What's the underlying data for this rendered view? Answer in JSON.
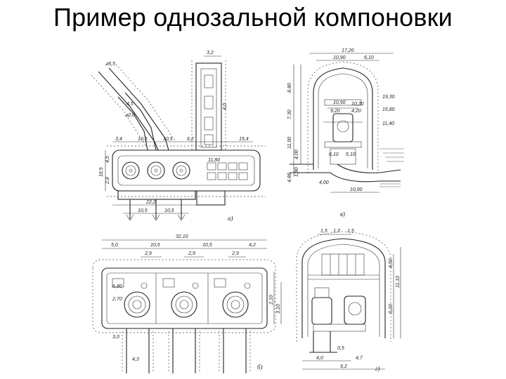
{
  "slide": {
    "title": "Пример однозальной компоновки"
  },
  "drawing": {
    "captions": {
      "a": "а)",
      "b": "б)",
      "v": "в)",
      "g": "г)"
    },
    "plan_labels": {
      "d55": "⌀5,5",
      "d45": "4,5",
      "d20": "⌀2,0",
      "w32": "3,2",
      "h40": "4,0",
      "s34": "3,4",
      "s105": "10,5",
      "s105b": "10,5",
      "s62": "6,2",
      "s154": "15,4",
      "v165": "16,5",
      "v45_4": "4,5",
      "v28": "2,8",
      "e1180": "11,80",
      "s222": "22,2",
      "s105c": "10,5",
      "s105d": "10,5"
    },
    "section_v_labels": {
      "w1720": "17,20",
      "w1090": "10,90",
      "w610": "6,10",
      "h880": "8,80",
      "h730": "7,30",
      "h1100": "11,00",
      "h190": "1,90",
      "h400": "4,00",
      "h488": "4,88",
      "e1930": "19,30",
      "e1580": "15,80",
      "e1140": "11,40",
      "e1030": "10,30",
      "e1050": "10,50",
      "e920": "9,20",
      "e420": "4,20",
      "e610": "6,10",
      "e510": "5,10",
      "e400": "4,00",
      "w1090b": "10,90"
    },
    "plan_b_labels": {
      "w3210": "32,10",
      "s50": "5,0",
      "s105": "10,5",
      "s105b": "10,5",
      "s42": "4,2",
      "s29": "2,9",
      "s29b": "2,9",
      "s29c": "2,9",
      "v210": "2,10",
      "v310": "3,10",
      "s30": "3,0",
      "s43": "4,3",
      "s210": "2,70",
      "s60": "6,80"
    },
    "section_g_labels": {
      "s15": "1,5",
      "s13": "1,3",
      "s15b": "1,5",
      "h450": "4,50",
      "h1110": "11,10",
      "h610": "6,10",
      "s05": "0,5",
      "s40": "4,0",
      "s47": "4,7",
      "s92": "9,2"
    }
  }
}
